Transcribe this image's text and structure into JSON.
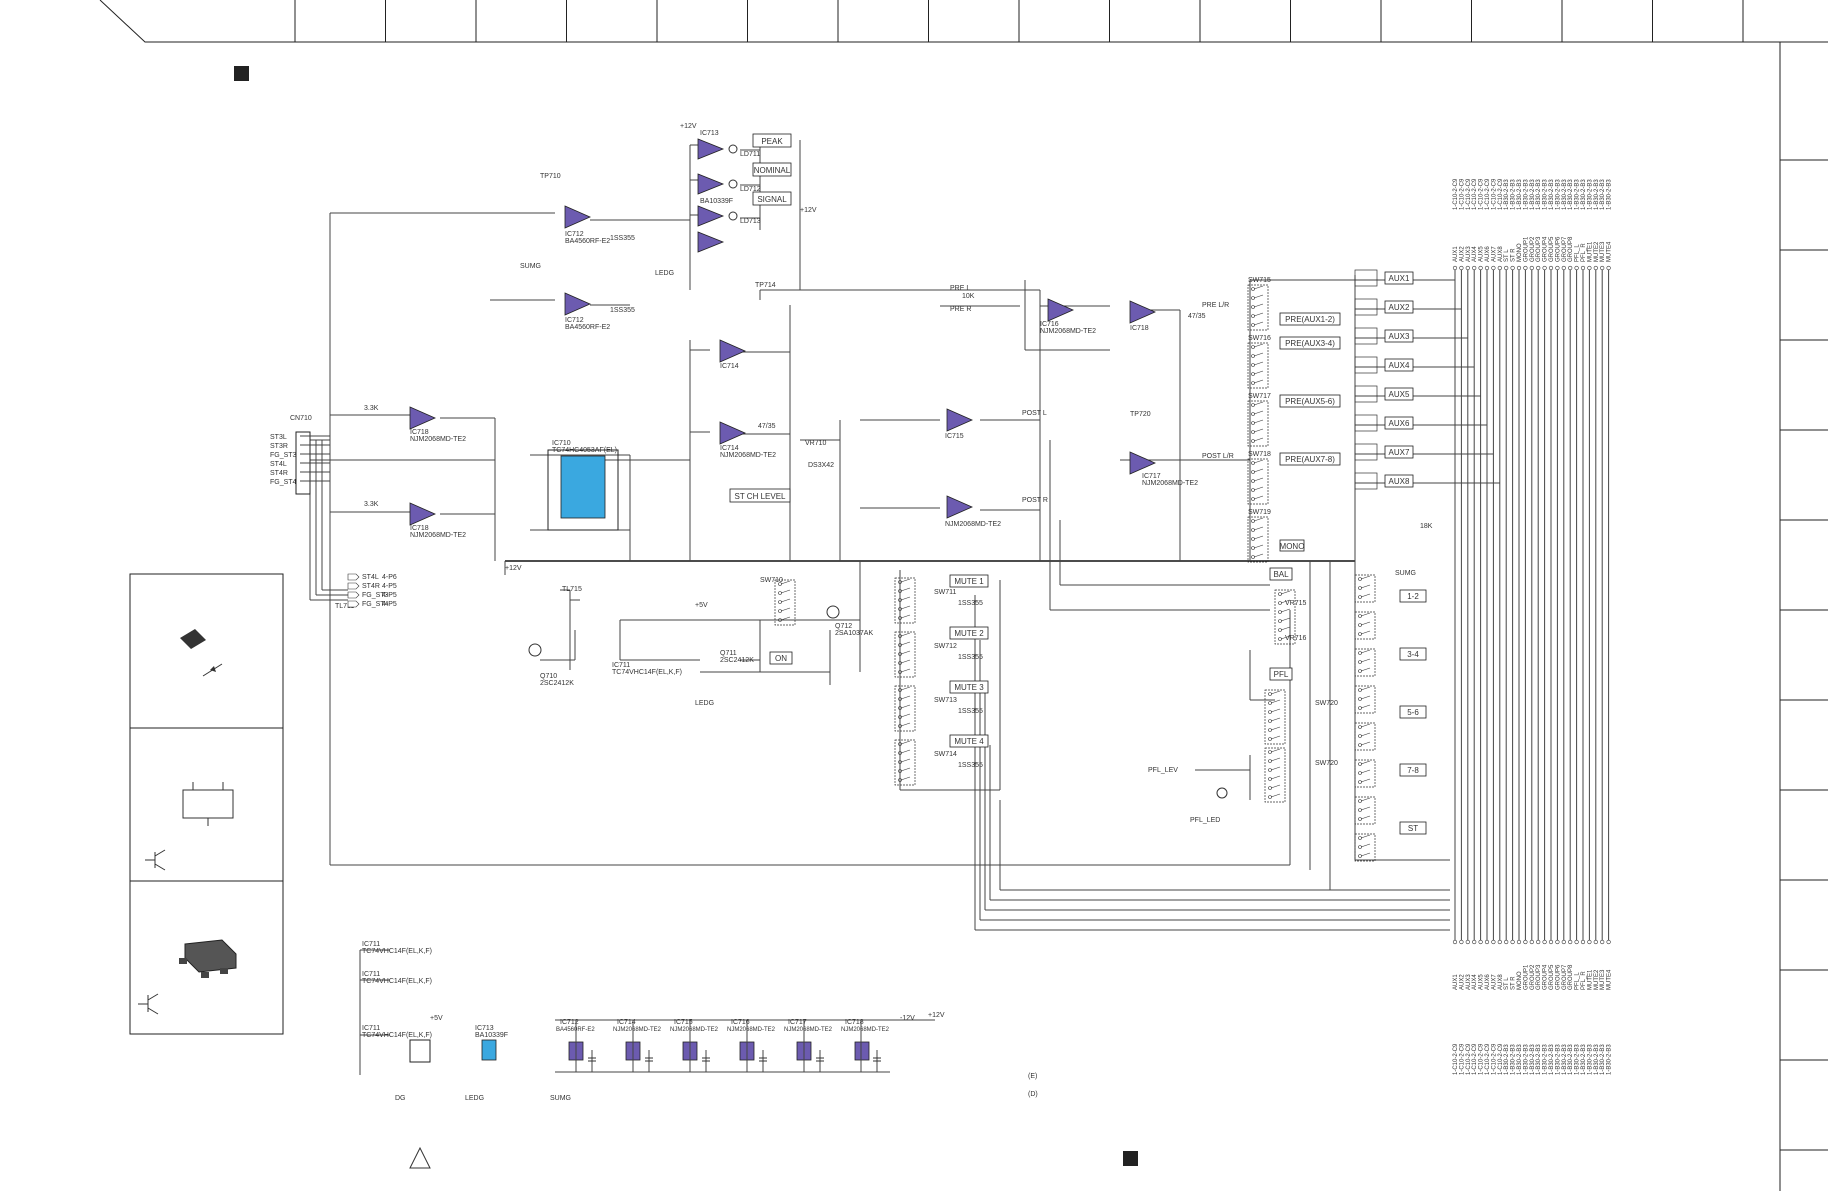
{
  "colors": {
    "opamp": "#6c5bb0",
    "ic_highlight": "#3aa8e0",
    "line": "#444444",
    "background": "#ffffff"
  },
  "section_marker_icon": "filled-square",
  "caution_icon": "warning-triangle",
  "labels": {
    "peak": "PEAK",
    "nominal": "NOMINAL",
    "signal": "SIGNAL",
    "st_ch_level": "ST CH LEVEL",
    "on": "ON",
    "bal": "BAL",
    "pfl": "PFL",
    "mono": "MONO",
    "mute_1": "MUTE 1",
    "mute_2": "MUTE 2",
    "mute_3": "MUTE 3",
    "mute_4": "MUTE 4",
    "pre_aux_1_2": "PRE(AUX1-2)",
    "pre_aux_3_4": "PRE(AUX3-4)",
    "pre_aux_5_6": "PRE(AUX5-6)",
    "pre_aux_7_8": "PRE(AUX7-8)",
    "aux_boxes": [
      "AUX1",
      "AUX2",
      "AUX3",
      "AUX4",
      "AUX5",
      "AUX6",
      "AUX7",
      "AUX8"
    ],
    "group_boxes": [
      "1-2",
      "3-4",
      "5-6",
      "7-8",
      "ST"
    ],
    "note_e": "(E)",
    "note_d": "(D)"
  },
  "components": {
    "ic710": "IC710",
    "ic710_part": "TC74HC4053AF(EL)",
    "ic711": "IC711",
    "ic711_part": "TC74VHC14F(EL,K,F)",
    "ic712": "IC712",
    "ic712_part": "BA4560RF-E2",
    "ic713": "IC713",
    "ic713_part": "BA10339F",
    "ic714": "IC714",
    "ic715": "IC715",
    "ic716": "IC716",
    "ic717": "IC717",
    "ic718": "IC718",
    "opamp_part": "NJM2068MD-TE2",
    "cn710": "CN710",
    "tr_q710": "Q710",
    "tr_q710_part": "2SC2412K",
    "tr_q711": "Q711",
    "tr_q711_part": "2SC2412K",
    "tr_q712": "Q712",
    "tr_q712_part": "2SA1037AK",
    "d710": "DS3X42",
    "led_peak": "LD711",
    "led_nominal": "LD712",
    "led_signal": "LD713",
    "r_10k": "10K",
    "r_18k": "18K",
    "r_33k": "3.3K",
    "c_4735": "47/35",
    "diode": "1SS355",
    "tp710": "TP710",
    "tp714": "TP714",
    "tp720": "TP720",
    "sw710": "SW710",
    "sw711": "SW711",
    "sw712": "SW712",
    "sw713": "SW713",
    "sw714": "SW714",
    "sw715": "SW715",
    "sw716": "SW716",
    "sw717": "SW717",
    "sw718": "SW718",
    "sw719": "SW719",
    "sw720": "SW720",
    "vr710": "VR710",
    "vr715": "VR715",
    "vr716": "VR716",
    "tl711": "TL711",
    "tl715": "TL715"
  },
  "connector_pins": [
    "ST3L",
    "ST3R",
    "FG_ST3",
    "ST4L",
    "ST4R",
    "FG_ST4"
  ],
  "st4_outputs": [
    "ST4L",
    "ST4R",
    "FG_ST3",
    "FG_ST4"
  ],
  "st4_dest": [
    "4-P6",
    "4-P5",
    "4-P5",
    "4-P5"
  ],
  "signal_names": {
    "pre_l": "PRE L",
    "pre_r": "PRE R",
    "post_l": "POST L",
    "post_r": "POST R",
    "post_lr": "POST L/R",
    "pre_lr": "PRE L/R",
    "pfl_lev": "PFL_LEV",
    "pfl_led": "PFL_LED"
  },
  "bus_top": [
    "AUX1",
    "AUX2",
    "AUX3",
    "AUX4",
    "AUX5",
    "AUX6",
    "AUX7",
    "AUX8",
    "ST L",
    "ST R",
    "MONO",
    "GROUP1",
    "GROUP2",
    "GROUP3",
    "GROUP4",
    "GROUP5",
    "GROUP6",
    "GROUP7",
    "GROUP8",
    "PFL_L",
    "PFL_R",
    "MUTE1",
    "MUTE2",
    "MUTE3",
    "MUTE4"
  ],
  "bus_bottom": [
    "AUX1",
    "AUX2",
    "AUX3",
    "AUX4",
    "AUX5",
    "AUX6",
    "AUX7",
    "AUX8",
    "ST L",
    "ST R",
    "MONO",
    "GROUP1",
    "GROUP2",
    "GROUP3",
    "GROUP4",
    "GROUP5",
    "GROUP6",
    "GROUP7",
    "GROUP8",
    "PFL_L",
    "PFL_R",
    "MUTE1",
    "MUTE2",
    "MUTE3",
    "MUTE4"
  ],
  "bus_top_dest": [
    "1-C10-2-C9",
    "1-C10-2-C9",
    "1-C10-2-C9",
    "1-C10-2-C9",
    "1-C10-2-C9",
    "1-C10-2-C9",
    "1-C10-2-C9",
    "1-C10-2-C9",
    "1-B30-2-B3",
    "1-B30-2-B3",
    "1-B30-2-B3",
    "1-B30-2-B3",
    "1-B30-2-B3",
    "1-B30-2-B3",
    "1-B30-2-B3",
    "1-B30-2-B3",
    "1-B30-2-B3",
    "1-B30-2-B3",
    "1-B30-2-B3",
    "1-B30-2-B3",
    "1-B30-2-B3",
    "1-B30-2-B3",
    "1-B30-2-B3",
    "1-B30-2-B3",
    "1-B30-2-B3"
  ],
  "power_labels": {
    "p12v": "+12V",
    "m12v": "-12V",
    "p5v": "+5V",
    "sumg": "SUMG",
    "ledg": "LEDG",
    "dg": "DG"
  },
  "bottom_ics": [
    "IC712",
    "IC714",
    "IC715",
    "IC716",
    "IC717",
    "IC718"
  ],
  "bottom_ic_parts": [
    "BA4560RF-E2",
    "NJM2068MD-TE2",
    "NJM2068MD-TE2",
    "NJM2068MD-TE2",
    "NJM2068MD-TE2",
    "NJM2068MD-TE2"
  ]
}
